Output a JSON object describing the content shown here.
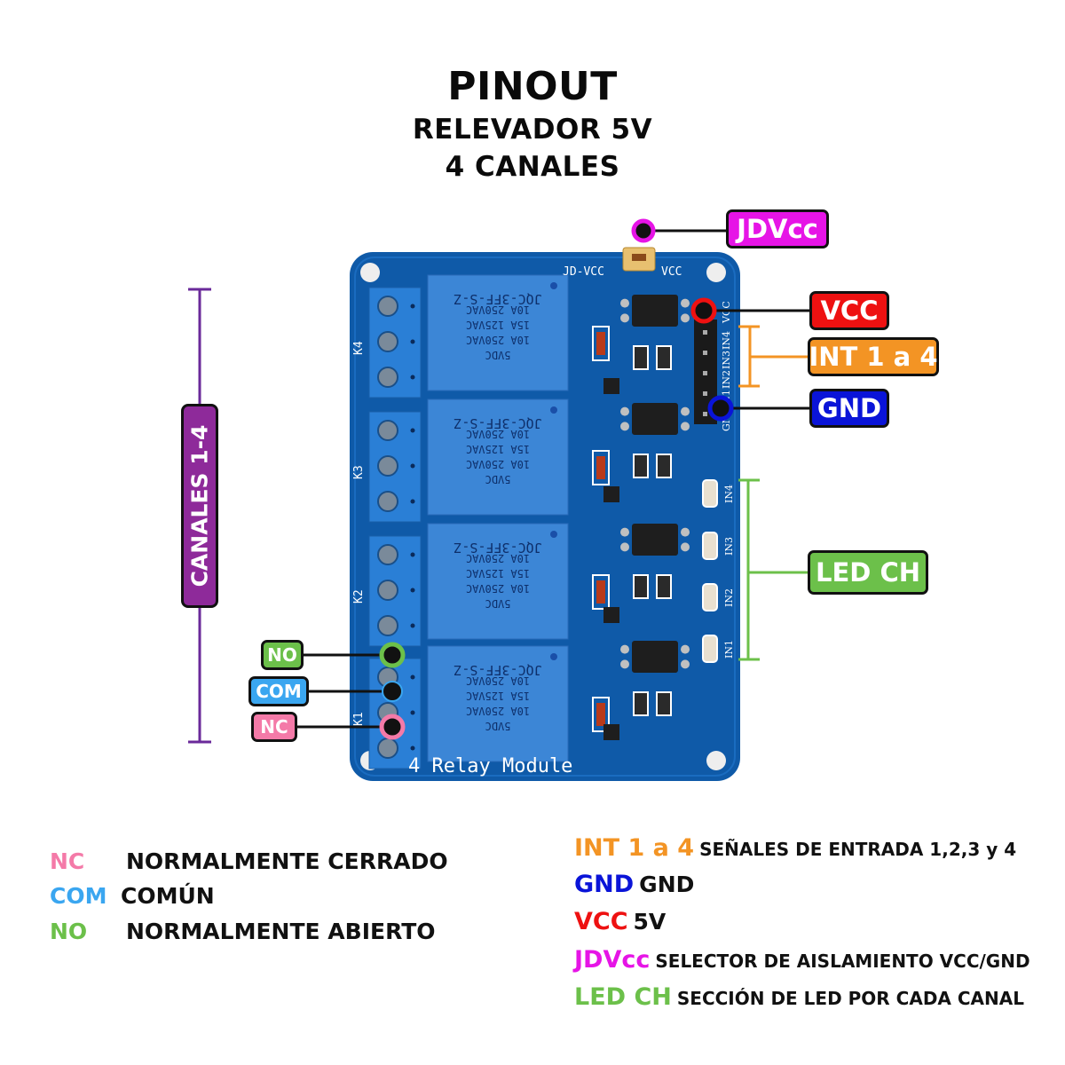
{
  "header": {
    "title": "PINOUT",
    "subtitle_line1": "RELEVADOR 5V",
    "subtitle_line2": "4  CANALES"
  },
  "colors": {
    "nc": "#f47aa8",
    "com": "#3aa6f0",
    "no": "#6cc04a",
    "int": "#f39424",
    "gnd": "#0a14d8",
    "vcc": "#ee1111",
    "jdvcc": "#e614e6",
    "led_ch": "#6cc04a",
    "canales": "#8e2a9a",
    "board": "#0f5aa8",
    "relay": "#3c86d6"
  },
  "board": {
    "silkscreen_title": "4 Relay Module",
    "jumper_left": "JD-VCC",
    "jumper_right": "VCC",
    "header_pins": [
      "VCC",
      "IN4",
      "IN3",
      "IN2",
      "IN1",
      "GND"
    ],
    "led_labels": [
      "IN4",
      "IN3",
      "IN2",
      "IN1"
    ],
    "relay_labels": [
      "K4",
      "K3",
      "K2",
      "K1"
    ],
    "relay_text": [
      "JQC-3FF-S-Z",
      "10A 250VAC",
      "15A 125VAC",
      "10A 250VAC",
      "5VDC"
    ]
  },
  "callouts": {
    "jdvcc": "JDVcc",
    "vcc": "VCC",
    "int": "INT 1 a 4",
    "gnd": "GND",
    "led_ch": "LED CH",
    "canales": "CANALES 1-4",
    "no": "NO",
    "com": "COM",
    "nc": "NC"
  },
  "legend_left": [
    {
      "key": "NC",
      "desc": "NORMALMENTE CERRADO"
    },
    {
      "key": "COM",
      "desc": "COMÚN"
    },
    {
      "key": "NO",
      "desc": "NORMALMENTE ABIERTO"
    }
  ],
  "legend_right": [
    {
      "key": "INT 1 a 4",
      "desc": "SEÑALES DE ENTRADA 1,2,3 y 4"
    },
    {
      "key": "GND",
      "desc": "GND"
    },
    {
      "key": "VCC",
      "desc": "5V"
    },
    {
      "key": "JDVcc",
      "desc": "SELECTOR DE AISLAMIENTO VCC/GND"
    },
    {
      "key": "LED CH",
      "desc": "SECCIÓN DE LED POR CADA CANAL"
    }
  ]
}
